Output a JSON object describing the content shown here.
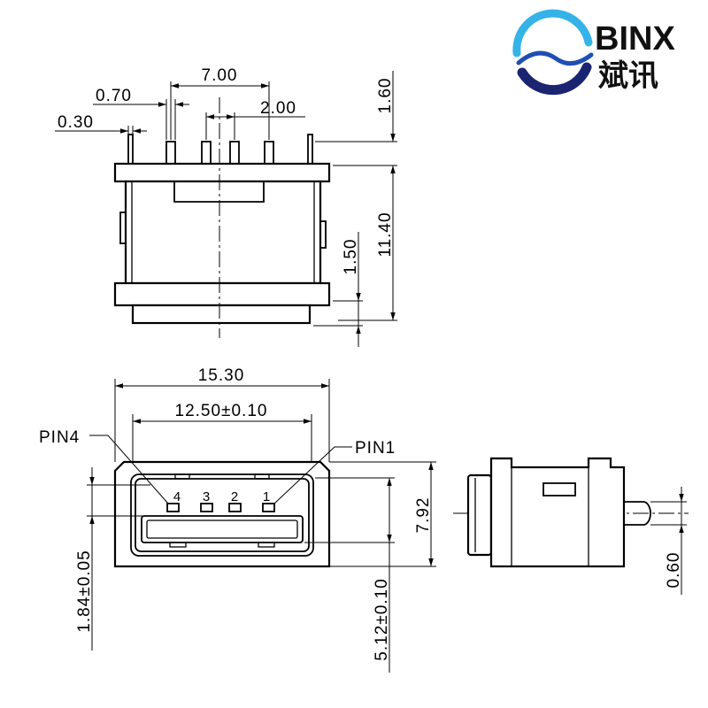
{
  "logo": {
    "name_en": "BINX",
    "name_cn": "斌讯",
    "colors": {
      "light": "#35b3e8",
      "mid": "#1e4fb4",
      "dark": "#1b2470"
    }
  },
  "front_view": {
    "dims": {
      "pin_span": "7.00",
      "pin_width": "0.70",
      "side_pin_width": "0.30",
      "pin_pitch": "2.00",
      "pin_height": "1.60",
      "body_height": "11.40",
      "base_height": "1.50"
    }
  },
  "face_view": {
    "dims": {
      "overall_width": "15.30",
      "opening_width": "12.50±0.10",
      "flange_height": "7.92",
      "opening_height": "5.12±0.10",
      "tongue_offset": "1.84±0.05"
    },
    "labels": {
      "pin4": "PIN4",
      "pin1": "PIN1"
    },
    "pin_numbers": [
      "4",
      "3",
      "2",
      "1"
    ]
  },
  "side_view": {
    "dims": {
      "pin_thickness": "0.60"
    }
  }
}
